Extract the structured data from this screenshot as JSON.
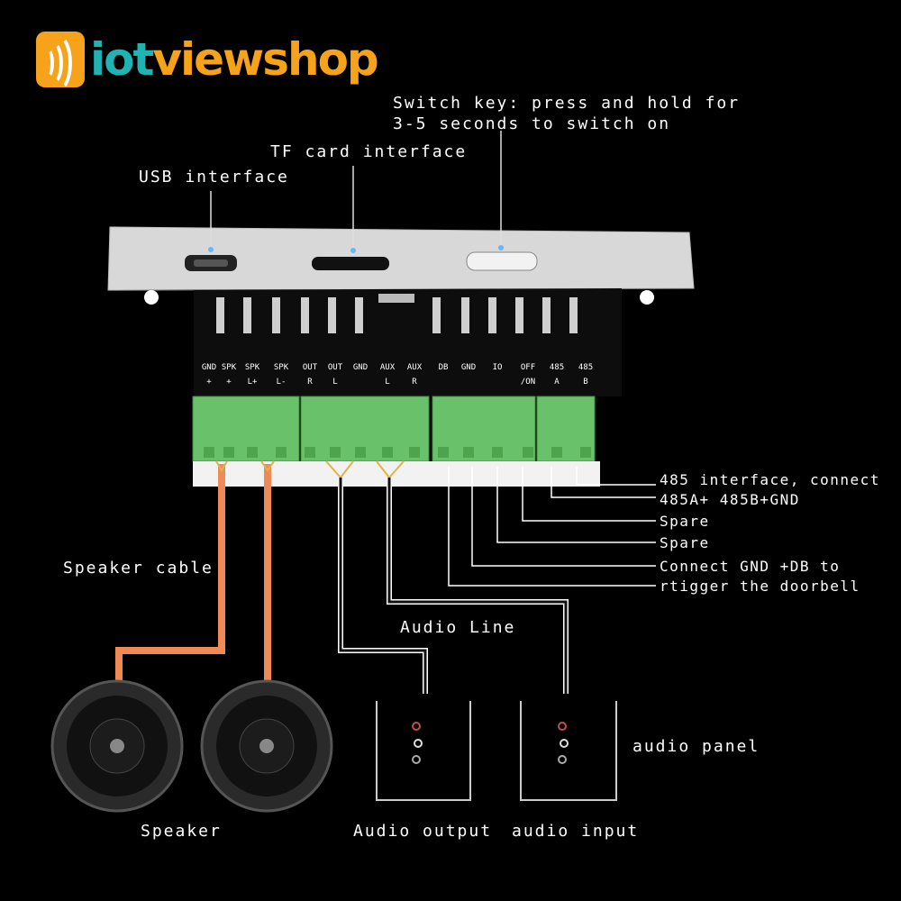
{
  "logo": {
    "prefix": "iot",
    "suffix": "viewshop"
  },
  "callouts": {
    "switch_key_l1": "Switch key: press and hold for",
    "switch_key_l2": "3-5 seconds to switch on",
    "tf_card": "TF card interface",
    "usb": "USB interface",
    "speaker_cable": "Speaker cable",
    "audio_line": "Audio Line",
    "rs485_l1": "485 interface, connect",
    "rs485_l2": "485A+ 485B+GND",
    "spare_1": "Spare",
    "spare_2": "Spare",
    "doorbell_l1": "Connect  GND +DB to",
    "doorbell_l2": "rtigger the doorbell",
    "audio_panel": "audio panel",
    "speaker": "Speaker",
    "audio_output": "Audio output",
    "audio_input": "audio input"
  },
  "terminal_labels": [
    {
      "top": "GND",
      "bot": "+"
    },
    {
      "top": "SPK",
      "bot": "+"
    },
    {
      "top": "SPK",
      "bot": "L+"
    },
    {
      "top": "SPK",
      "bot": "L-"
    },
    {
      "top": "OUT",
      "bot": "R"
    },
    {
      "top": "OUT",
      "bot": "L"
    },
    {
      "top": "GND",
      "bot": ""
    },
    {
      "top": "AUX",
      "bot": "L"
    },
    {
      "top": "AUX",
      "bot": "R"
    },
    {
      "top": "DB",
      "bot": ""
    },
    {
      "top": "GND",
      "bot": ""
    },
    {
      "top": "IO",
      "bot": ""
    },
    {
      "top": "OFF",
      "bot": "/ON"
    },
    {
      "top": "485",
      "bot": "A"
    },
    {
      "top": "485",
      "bot": "B"
    }
  ],
  "colors": {
    "speaker_cable": "#f08a55",
    "panel": "#d9d9d9",
    "terminal": "#69c16a",
    "wire_gold": "#e2b24a"
  }
}
